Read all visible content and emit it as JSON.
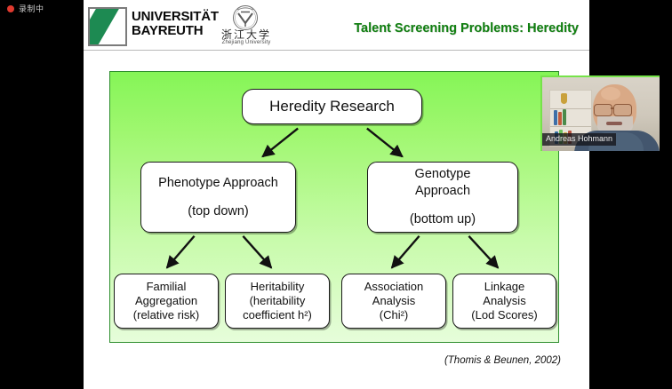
{
  "recording": {
    "label": "录制中",
    "dot_color": "#e03a2f"
  },
  "slide": {
    "title": "Talent Screening Problems: Heredity",
    "title_color": "#108010",
    "panel_border_color": "#2f8f2f",
    "citation": "(Thomis & Beunen, 2002)",
    "logos": {
      "bayreuth_line1": "UNIVERSITÄT",
      "bayreuth_line2": "BAYREUTH",
      "bayreuth_green": "#1d8a52",
      "zju_chinese": "浙江大学",
      "zju_english": "Zhejiang University"
    },
    "diagram": {
      "root": {
        "label": "Heredity Research"
      },
      "branches": [
        {
          "title": "Phenotype Approach",
          "subtitle": "(top down)"
        },
        {
          "title_line1": "Genotype",
          "title_line2": "Approach",
          "subtitle": "(bottom up)"
        }
      ],
      "leaves": [
        {
          "line1": "Familial",
          "line2": "Aggregation",
          "line3": "(relative risk)"
        },
        {
          "line1": "Heritability",
          "line2": "(heritability",
          "line3": "coefficient h²)"
        },
        {
          "line1": "Association",
          "line2": "Analysis",
          "line3": "(Chi²)"
        },
        {
          "line1": "Linkage",
          "line2": "Analysis",
          "line3": "(Lod Scores)"
        }
      ]
    }
  },
  "webcam": {
    "participant_name": "Andreas Hohmann",
    "active_border_color": "#76e34a"
  }
}
